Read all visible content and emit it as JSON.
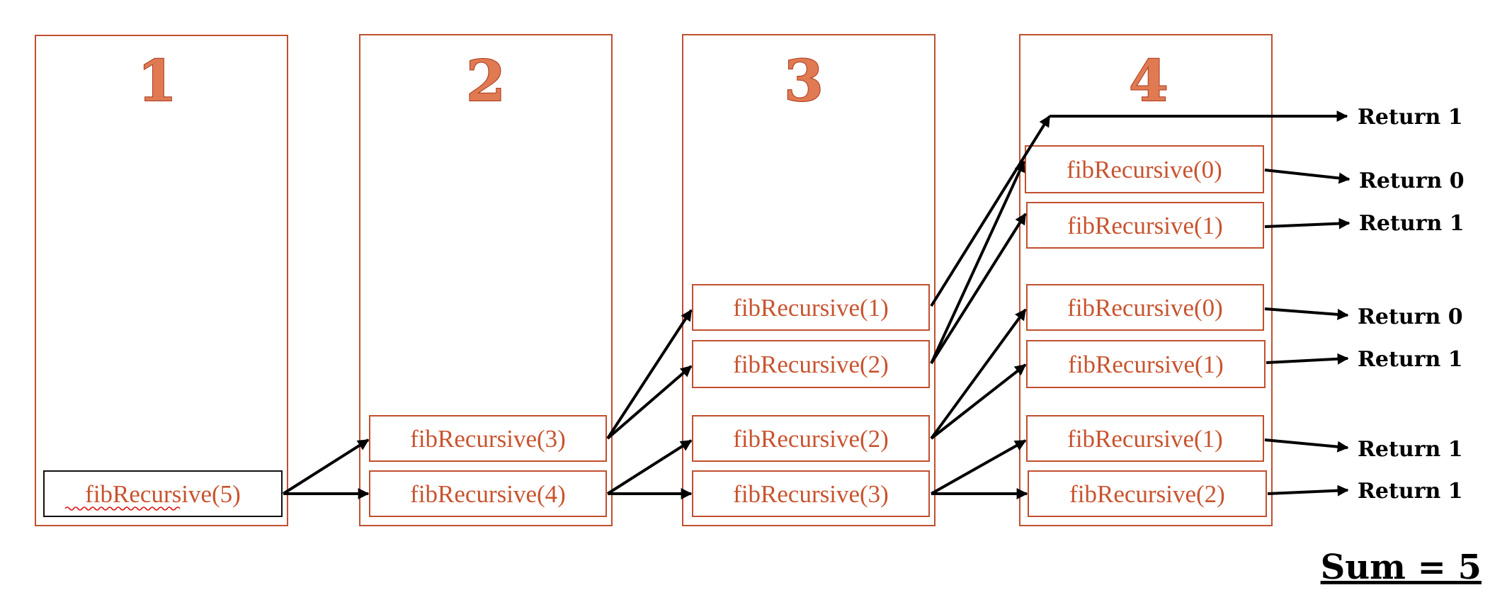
{
  "columns": [
    {
      "label": "1",
      "calls": [
        "fibRecursive(5)"
      ]
    },
    {
      "label": "2",
      "calls": [
        "fibRecursive(3)",
        "fibRecursive(4)"
      ]
    },
    {
      "label": "3",
      "calls": [
        "fibRecursive(1)",
        "fibRecursive(2)",
        "fibRecursive(2)",
        "fibRecursive(3)"
      ]
    },
    {
      "label": "4",
      "calls": [
        "fibRecursive(0)",
        "fibRecursive(1)",
        "fibRecursive(0)",
        "fibRecursive(1)",
        "fibRecursive(1)",
        "fibRecursive(2)"
      ]
    }
  ],
  "returns": [
    "Return 1",
    "Return 0",
    "Return 1",
    "Return 0",
    "Return 1",
    "Return 1",
    "Return 1"
  ],
  "sum": "Sum = 5"
}
